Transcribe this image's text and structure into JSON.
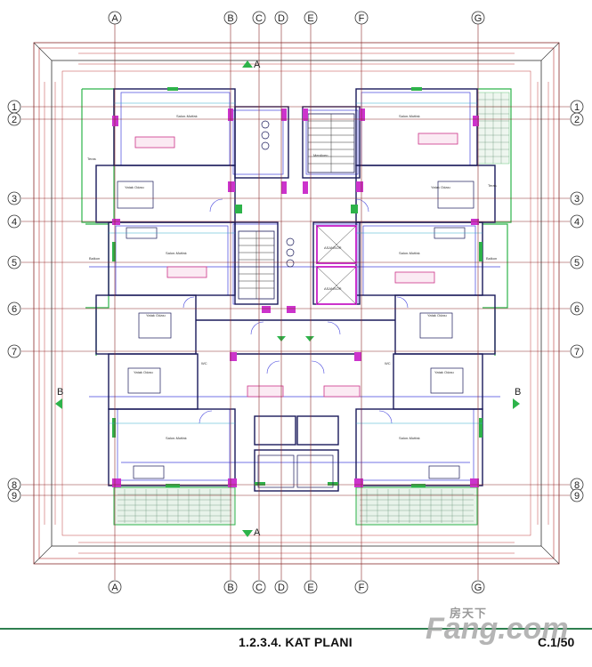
{
  "drawing": {
    "sheet_title": "1.2.3.4. KAT PLANI",
    "scale": "C.1/50",
    "watermark_cn": "房天下",
    "watermark_en": "Fang.com",
    "columns": [
      "A",
      "B",
      "C",
      "D",
      "E",
      "F",
      "G"
    ],
    "rows": [
      "1",
      "2",
      "3",
      "4",
      "5",
      "6",
      "7",
      "8",
      "9"
    ],
    "section_marks": [
      "A",
      "B"
    ],
    "room_labels": {
      "salon": "Salon-Mutfak",
      "bedroom": "Yatak Odası",
      "terrace": "Teras",
      "balcony": "Balkon",
      "wc": "WC",
      "stair": "Merdiven",
      "elevator": "ASANSÖR"
    }
  },
  "colors": {
    "grid": "#8a2a2a",
    "dim": "#c04040",
    "walls": "#1a1a5a",
    "mass": "#cc33cc",
    "green": "#2db34a",
    "blue": "#4444dd",
    "cyan": "#33aacc"
  }
}
